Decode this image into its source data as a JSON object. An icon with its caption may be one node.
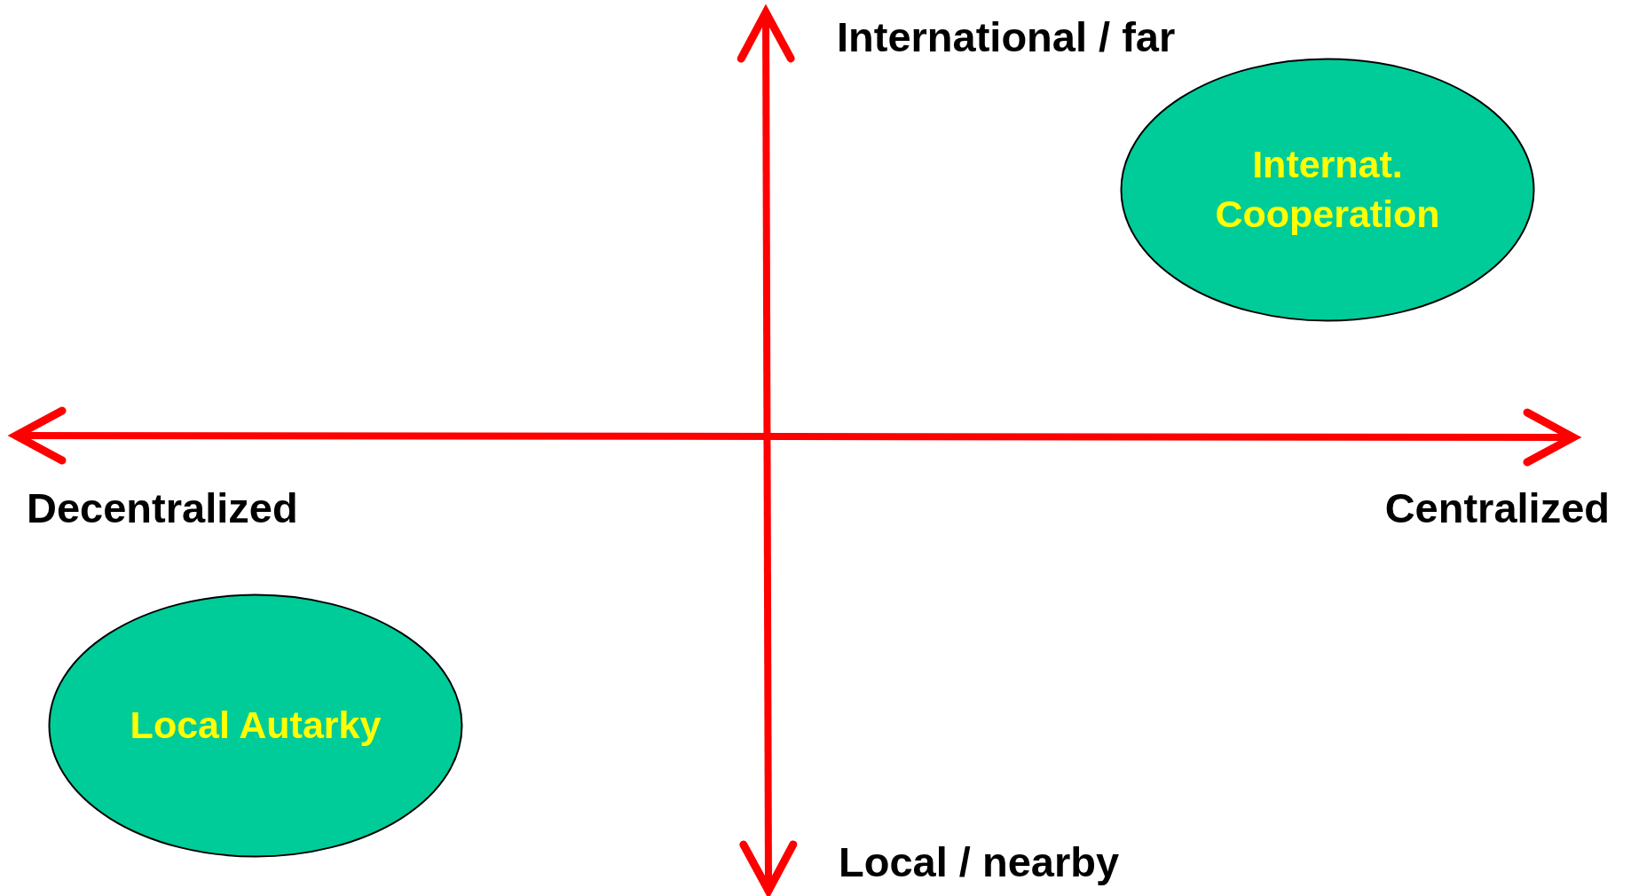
{
  "diagram": {
    "nodes": [
      {
        "text": [
          "Internat. Cooperation"
        ]
      },
      {
        "text": [
          "Local Autarky"
        ]
      }
    ],
    "labels": [
      "International / far",
      "Decentralized",
      "Centralized",
      "Local / nearby"
    ]
  }
}
